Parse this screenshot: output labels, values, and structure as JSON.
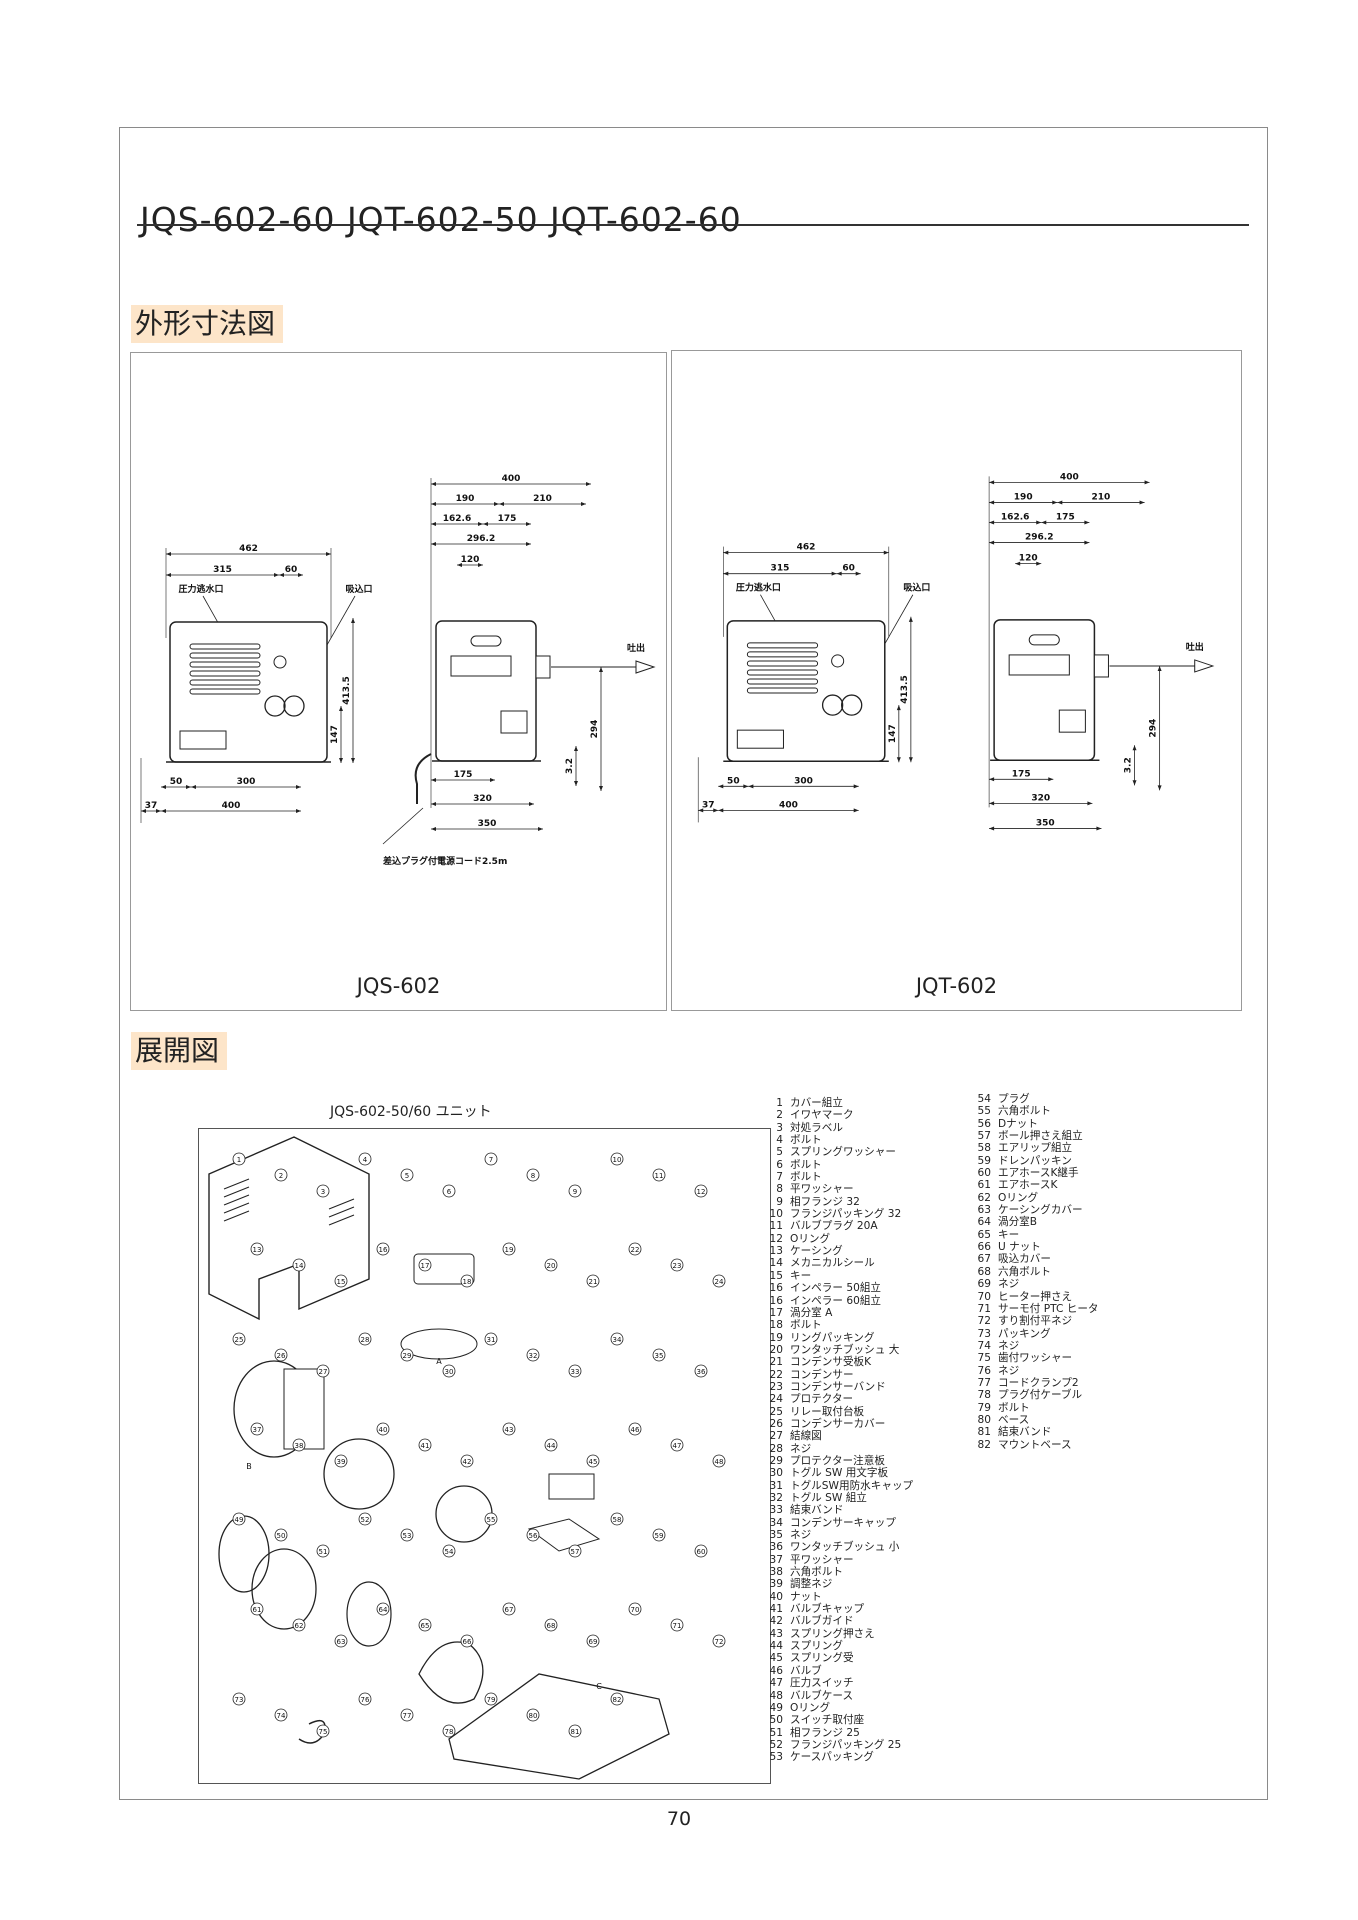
{
  "page": {
    "title": "JQS-602-60  JQT-602-50  JQT-602-60",
    "page_number": "70"
  },
  "sections": {
    "dimensions_heading": "外形寸法図",
    "exploded_heading": "展開図"
  },
  "dimension_panels": [
    {
      "label": "JQS-602",
      "dims": {
        "w462": "462",
        "w315": "315",
        "w60": "60",
        "w50": "50",
        "w300": "300",
        "w400": "400",
        "w37": "37",
        "h413": "413.5",
        "h147": "147",
        "s400": "400",
        "s190": "190",
        "s210": "210",
        "s162": "162.6",
        "s175t": "175",
        "s296": "296.2",
        "s120": "120",
        "s175": "175",
        "s320": "320",
        "s350": "350",
        "h294": "294",
        "h32": "3.2"
      },
      "labels": {
        "pressure_drain": "圧力逃水口",
        "suction": "吸込口",
        "discharge": "吐出",
        "cord": "差込プラグ付電源コード2.5m"
      }
    },
    {
      "label": "JQT-602",
      "dims": {
        "w462": "462",
        "w315": "315",
        "w60": "60",
        "w50": "50",
        "w300": "300",
        "w400": "400",
        "w37": "37",
        "h413": "413.5",
        "h147": "147",
        "s400": "400",
        "s190": "190",
        "s210": "210",
        "s162": "162.6",
        "s175t": "175",
        "s296": "296.2",
        "s120": "120",
        "s175": "175",
        "s320": "320",
        "s350": "350",
        "h294": "294",
        "h32": "3.2"
      },
      "labels": {
        "pressure_drain": "圧力逃水口",
        "suction": "吸込口",
        "discharge": "吐出",
        "cord": ""
      }
    }
  ],
  "exploded": {
    "unit_title": "JQS-602-50/60 ユニット",
    "callouts": [
      "1",
      "2",
      "3",
      "4",
      "5",
      "6",
      "7",
      "8",
      "9",
      "10",
      "11",
      "12",
      "13",
      "14",
      "15",
      "16",
      "17",
      "18",
      "19",
      "20",
      "21",
      "22",
      "23",
      "24",
      "25",
      "26",
      "27",
      "28",
      "29",
      "30",
      "31",
      "32",
      "33",
      "34",
      "35",
      "36",
      "37",
      "38",
      "39",
      "40",
      "41",
      "42",
      "43",
      "44",
      "45",
      "46",
      "47",
      "48",
      "49",
      "50",
      "51",
      "52",
      "53",
      "54",
      "55",
      "56",
      "57",
      "58",
      "59",
      "60",
      "61",
      "62",
      "63",
      "64",
      "65",
      "66",
      "67",
      "68",
      "69",
      "70",
      "71",
      "72",
      "73",
      "74",
      "75",
      "76",
      "77",
      "78",
      "79",
      "80",
      "81",
      "82"
    ],
    "markers": [
      "A",
      "B",
      "C"
    ]
  },
  "parts_list": [
    [
      {
        "n": "1",
        "name": "カバー組立"
      },
      {
        "n": "2",
        "name": "イワヤマーク"
      },
      {
        "n": "3",
        "name": "対処ラベル"
      },
      {
        "n": "4",
        "name": "ボルト"
      },
      {
        "n": "5",
        "name": "スプリングワッシャー"
      },
      {
        "n": "6",
        "name": "ボルト"
      },
      {
        "n": "7",
        "name": "ボルト"
      },
      {
        "n": "8",
        "name": "平ワッシャー"
      },
      {
        "n": "9",
        "name": "相フランジ 32"
      },
      {
        "n": "10",
        "name": "フランジパッキング 32"
      },
      {
        "n": "11",
        "name": "バルブプラグ 20A"
      },
      {
        "n": "12",
        "name": "Oリング"
      },
      {
        "n": "13",
        "name": "ケーシング"
      },
      {
        "n": "14",
        "name": "メカニカルシール"
      },
      {
        "n": "15",
        "name": "キー"
      },
      {
        "n": "16",
        "name": "インペラー 50組立"
      },
      {
        "n": "16",
        "name": "インペラー 60組立"
      },
      {
        "n": "17",
        "name": "渦分室 A"
      },
      {
        "n": "18",
        "name": "ボルト"
      },
      {
        "n": "19",
        "name": "リングパッキング"
      },
      {
        "n": "20",
        "name": "ワンタッチブッシュ 大"
      },
      {
        "n": "21",
        "name": "コンデンサ受板K"
      },
      {
        "n": "22",
        "name": "コンデンサー"
      },
      {
        "n": "23",
        "name": "コンデンサーバンド"
      },
      {
        "n": "24",
        "name": "プロテクター"
      },
      {
        "n": "25",
        "name": "リレー取付台板"
      },
      {
        "n": "26",
        "name": "コンデンサーカバー"
      },
      {
        "n": "27",
        "name": "結線図"
      },
      {
        "n": "28",
        "name": "ネジ"
      },
      {
        "n": "29",
        "name": "プロテクター注意板"
      },
      {
        "n": "30",
        "name": "トグル SW 用文字板"
      },
      {
        "n": "31",
        "name": "トグルSW用防水キャップ"
      },
      {
        "n": "32",
        "name": "トグル SW 組立"
      },
      {
        "n": "33",
        "name": "結束バンド"
      },
      {
        "n": "34",
        "name": "コンデンサーキャップ"
      },
      {
        "n": "35",
        "name": "ネジ"
      },
      {
        "n": "36",
        "name": "ワンタッチブッシュ 小"
      },
      {
        "n": "37",
        "name": "平ワッシャー"
      },
      {
        "n": "38",
        "name": "六角ボルト"
      },
      {
        "n": "39",
        "name": "調整ネジ"
      },
      {
        "n": "40",
        "name": "ナット"
      },
      {
        "n": "41",
        "name": "バルブキャップ"
      },
      {
        "n": "42",
        "name": "バルブガイド"
      },
      {
        "n": "43",
        "name": "スプリング押さえ"
      },
      {
        "n": "44",
        "name": "スプリング"
      },
      {
        "n": "45",
        "name": "スプリング受"
      },
      {
        "n": "46",
        "name": "バルブ"
      },
      {
        "n": "47",
        "name": "圧力スイッチ"
      },
      {
        "n": "48",
        "name": "バルブケース"
      },
      {
        "n": "49",
        "name": "Oリング"
      },
      {
        "n": "50",
        "name": "スイッチ取付座"
      },
      {
        "n": "51",
        "name": "相フランジ 25"
      },
      {
        "n": "52",
        "name": "フランジパッキング 25"
      },
      {
        "n": "53",
        "name": "ケースパッキング"
      }
    ],
    [
      {
        "n": "54",
        "name": "プラグ"
      },
      {
        "n": "55",
        "name": "六角ボルト"
      },
      {
        "n": "56",
        "name": "Dナット"
      },
      {
        "n": "57",
        "name": "ボール押さえ組立"
      },
      {
        "n": "58",
        "name": "エアリップ組立"
      },
      {
        "n": "59",
        "name": "ドレンパッキン"
      },
      {
        "n": "60",
        "name": "エアホースK継手"
      },
      {
        "n": "61",
        "name": "エアホースK"
      },
      {
        "n": "62",
        "name": "Oリング"
      },
      {
        "n": "63",
        "name": "ケーシングカバー"
      },
      {
        "n": "64",
        "name": "渦分室B"
      },
      {
        "n": "65",
        "name": "キー"
      },
      {
        "n": "66",
        "name": "U ナット"
      },
      {
        "n": "67",
        "name": "吸込カバー"
      },
      {
        "n": "68",
        "name": "六角ボルト"
      },
      {
        "n": "69",
        "name": "ネジ"
      },
      {
        "n": "70",
        "name": "ヒーター押さえ"
      },
      {
        "n": "71",
        "name": "サーモ付 PTC ヒータ"
      },
      {
        "n": "72",
        "name": "すり割付平ネジ"
      },
      {
        "n": "73",
        "name": "パッキング"
      },
      {
        "n": "74",
        "name": "ネジ"
      },
      {
        "n": "75",
        "name": "歯付ワッシャー"
      },
      {
        "n": "76",
        "name": "ネジ"
      },
      {
        "n": "77",
        "name": "コードクランプ2"
      },
      {
        "n": "78",
        "name": "プラグ付ケーブル"
      },
      {
        "n": "79",
        "name": "ボルト"
      },
      {
        "n": "80",
        "name": "ベース"
      },
      {
        "n": "81",
        "name": "結束バンド"
      },
      {
        "n": "82",
        "name": "マウントベース"
      }
    ]
  ]
}
